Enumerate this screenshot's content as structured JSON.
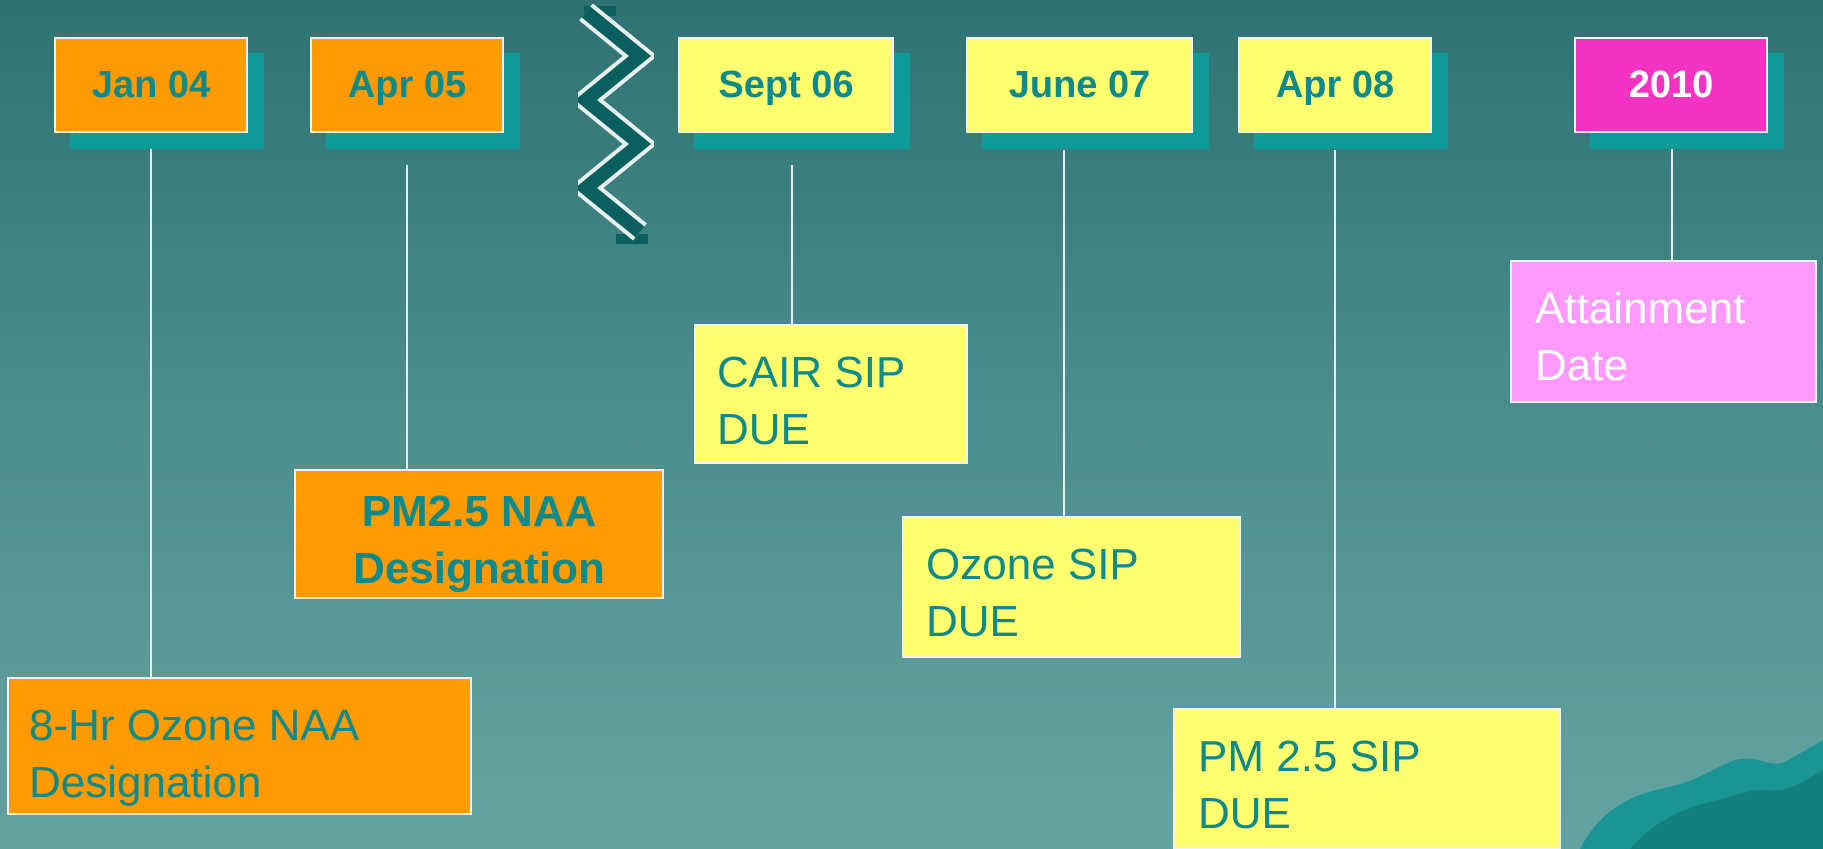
{
  "timeline": {
    "dates": [
      {
        "label": "Jan 04",
        "color": "orange"
      },
      {
        "label": "Apr 05",
        "color": "orange"
      },
      {
        "label": "Sept 06",
        "color": "yellow"
      },
      {
        "label": "June 07",
        "color": "yellow"
      },
      {
        "label": "Apr 08",
        "color": "yellow"
      },
      {
        "label": "2010",
        "color": "pink"
      }
    ],
    "events": [
      {
        "text": "8-Hr Ozone NAA\nDesignation",
        "color": "orange"
      },
      {
        "text": "PM2.5 NAA\nDesignation",
        "color": "orange"
      },
      {
        "text": "CAIR SIP\nDUE",
        "color": "yellow"
      },
      {
        "text": "Ozone SIP\nDUE",
        "color": "yellow"
      },
      {
        "text": "PM 2.5 SIP\nDUE",
        "color": "yellow"
      },
      {
        "text": "Attainment\nDate",
        "color": "pink"
      }
    ]
  },
  "colors": {
    "orange": "#ff9a00",
    "yellow": "#ffff70",
    "pink_date": "#f233c4",
    "pink_event": "#ff99ff",
    "teal_text": "#0e8a8a",
    "shadow": "#0e9a98"
  },
  "icons": {
    "break": "zigzag-break-icon",
    "decoration": "wave-decoration-icon"
  }
}
